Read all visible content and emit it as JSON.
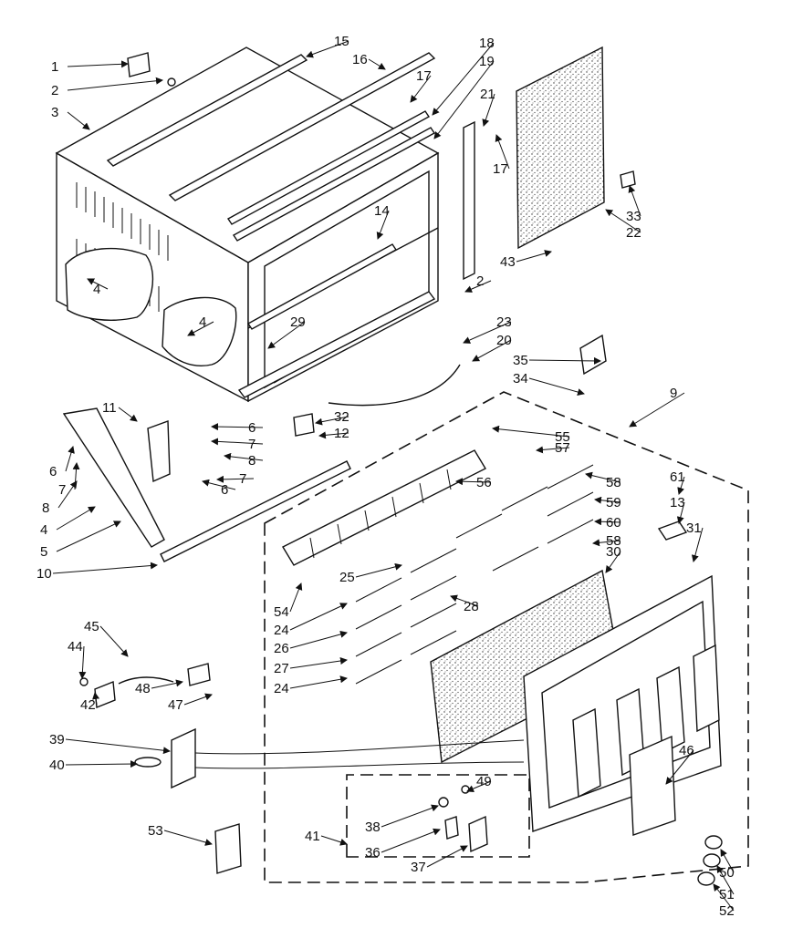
{
  "callouts": [
    "1",
    "2",
    "3",
    "4",
    "4",
    "15",
    "16",
    "17",
    "18",
    "19",
    "21",
    "17",
    "14",
    "2",
    "43",
    "33",
    "22",
    "29",
    "23",
    "20",
    "35",
    "34",
    "9",
    "11",
    "6",
    "7",
    "8",
    "7",
    "6",
    "32",
    "12",
    "6",
    "7",
    "8",
    "4",
    "5",
    "10",
    "55",
    "57",
    "56",
    "58",
    "59",
    "60",
    "58",
    "61",
    "13",
    "31",
    "30",
    "25",
    "54",
    "24",
    "26",
    "27",
    "24",
    "28",
    "45",
    "44",
    "48",
    "47",
    "42",
    "39",
    "40",
    "46",
    "49",
    "38",
    "36",
    "37",
    "41",
    "53",
    "50",
    "51",
    "52"
  ]
}
